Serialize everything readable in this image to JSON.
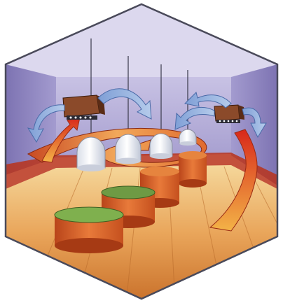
{
  "scene": {
    "frame": "hexagon",
    "colors": {
      "wall_back": "#b7b0d6",
      "wall_side": "#8f86bf",
      "ceiling": "#d9d5ec",
      "floor_light": "#f0c57a",
      "floor_dark": "#d8893e",
      "table_side": "#d4561b",
      "table_top": "#7aa04a",
      "dome": "#eef1f6",
      "unit": "#8b4a2a",
      "airflow_cool": "#8fb0e0",
      "airflow_warm": "#e03a1e",
      "spiral": "#e77a3c"
    },
    "units": [
      {
        "name": "left-air-unit"
      },
      {
        "name": "right-air-unit"
      }
    ],
    "lamps": [
      "lamp-1",
      "lamp-2",
      "lamp-3",
      "lamp-4"
    ],
    "stools": [
      "stool-front",
      "stool-mid",
      "stool-back",
      "stool-far"
    ]
  }
}
